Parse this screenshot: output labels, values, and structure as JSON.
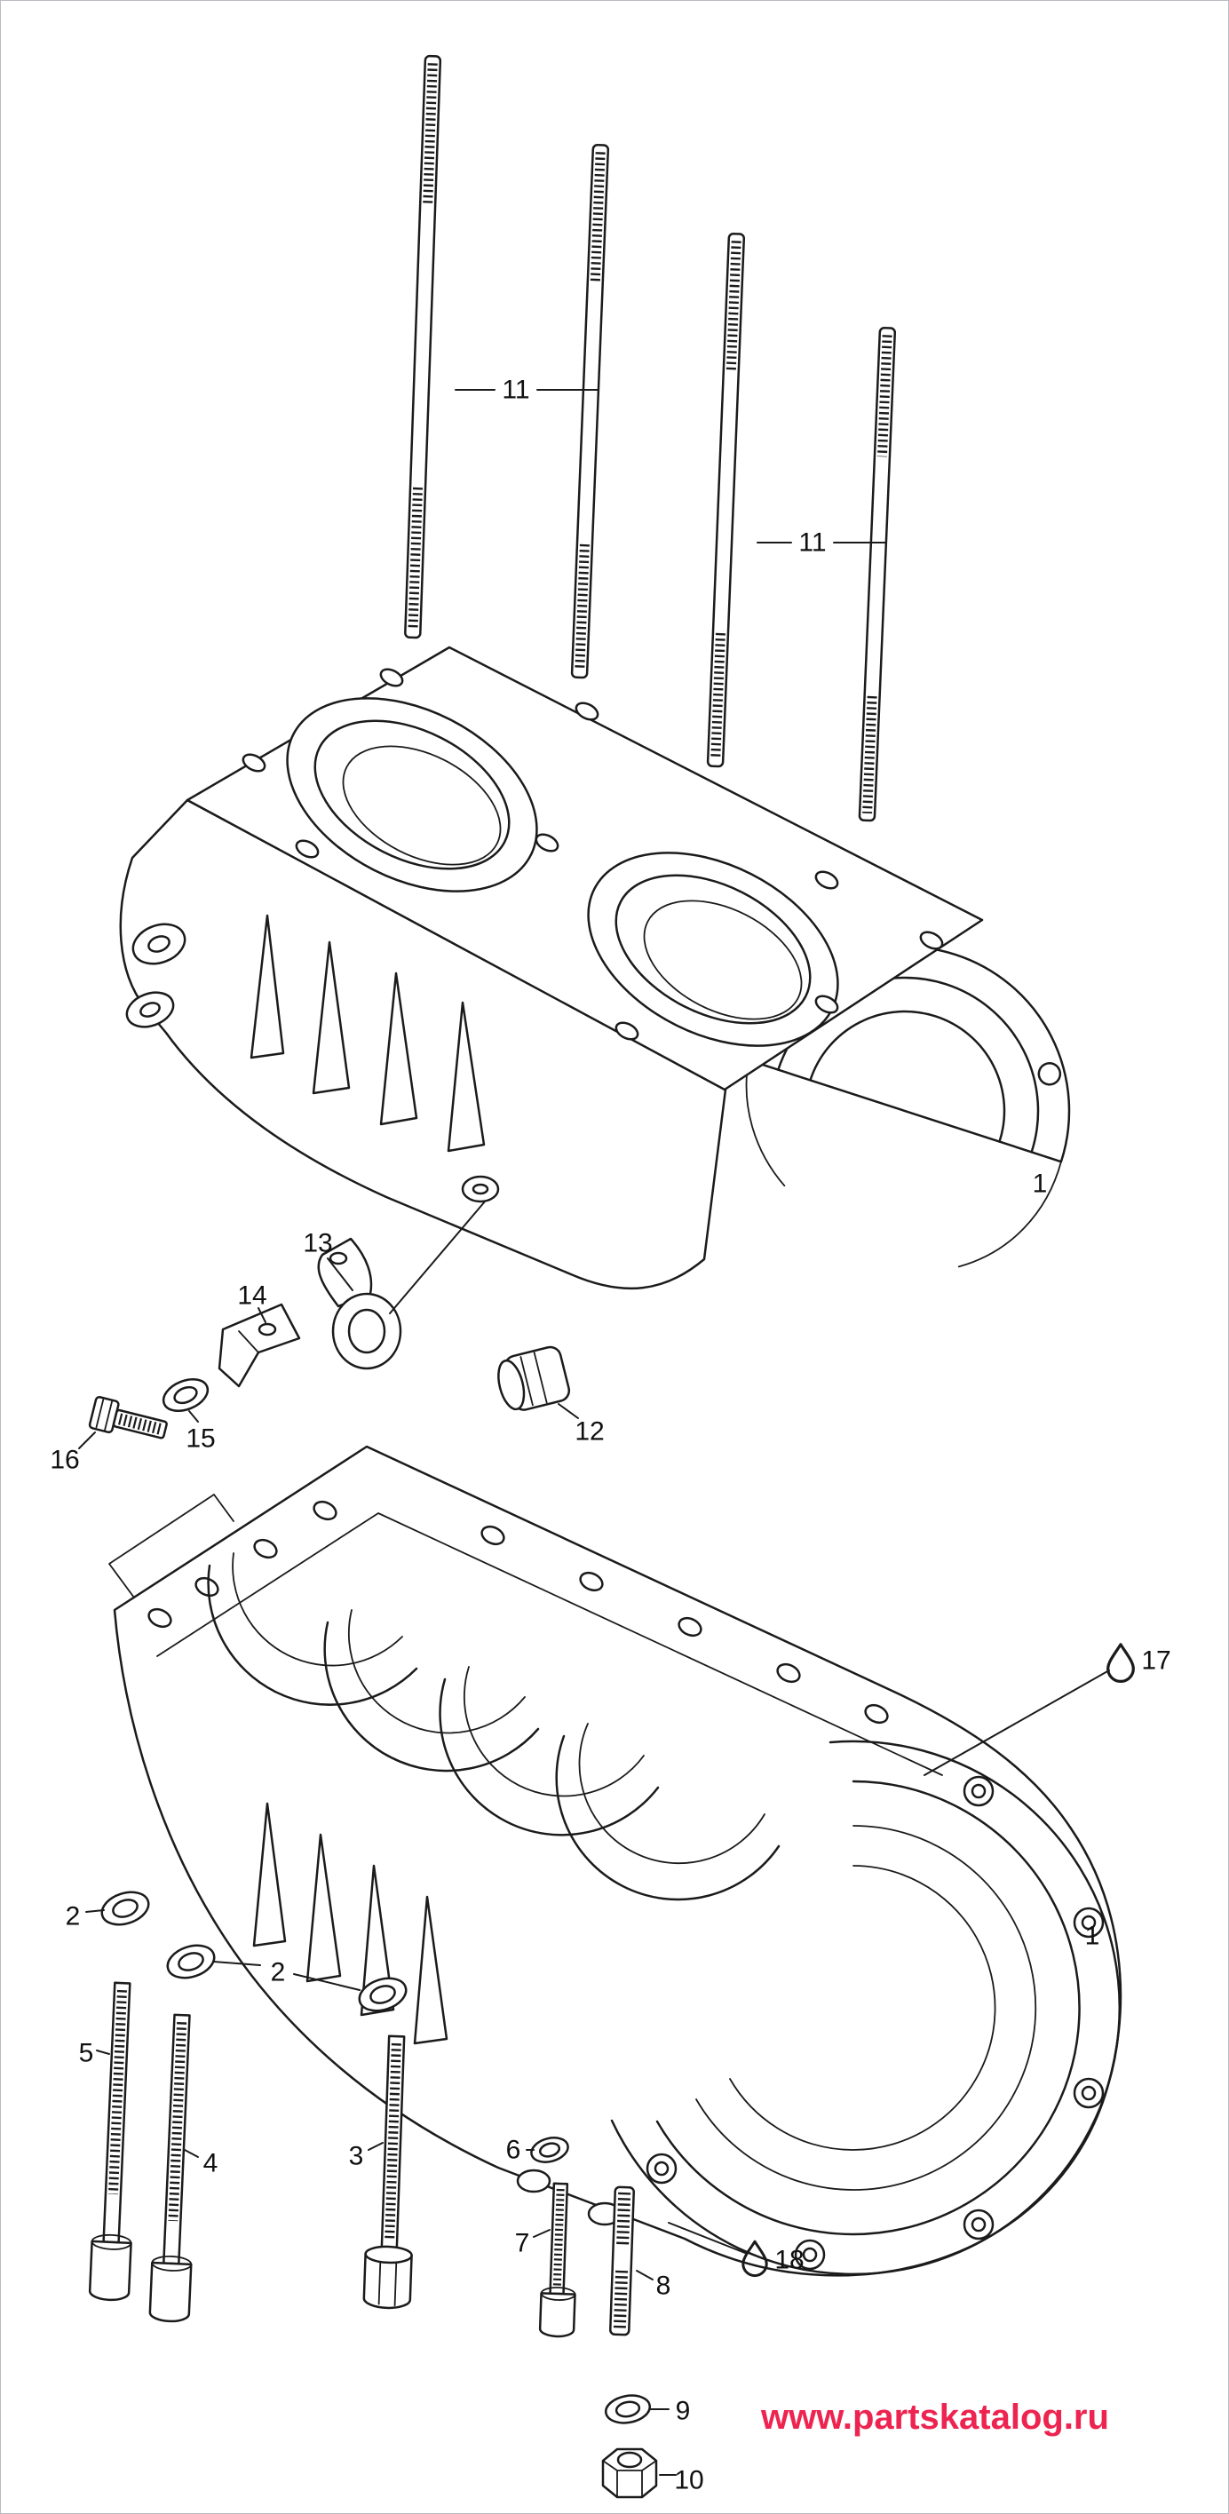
{
  "page": {
    "background": "#ffffff",
    "border_color": "#b9bdc2",
    "line_color": "#1b1b1b"
  },
  "watermark": {
    "text": "www.partskatalog.ru",
    "color": "#ed2450"
  },
  "diagram": {
    "callouts": [
      {
        "ref": "11"
      },
      {
        "ref": "11"
      },
      {
        "ref": "1"
      },
      {
        "ref": "13"
      },
      {
        "ref": "14"
      },
      {
        "ref": "15"
      },
      {
        "ref": "16"
      },
      {
        "ref": "12"
      },
      {
        "ref": "17"
      },
      {
        "ref": "2"
      },
      {
        "ref": "2"
      },
      {
        "ref": "1"
      },
      {
        "ref": "5"
      },
      {
        "ref": "4"
      },
      {
        "ref": "3"
      },
      {
        "ref": "6"
      },
      {
        "ref": "7"
      },
      {
        "ref": "8"
      },
      {
        "ref": "18"
      },
      {
        "ref": "9"
      },
      {
        "ref": "10"
      }
    ]
  }
}
